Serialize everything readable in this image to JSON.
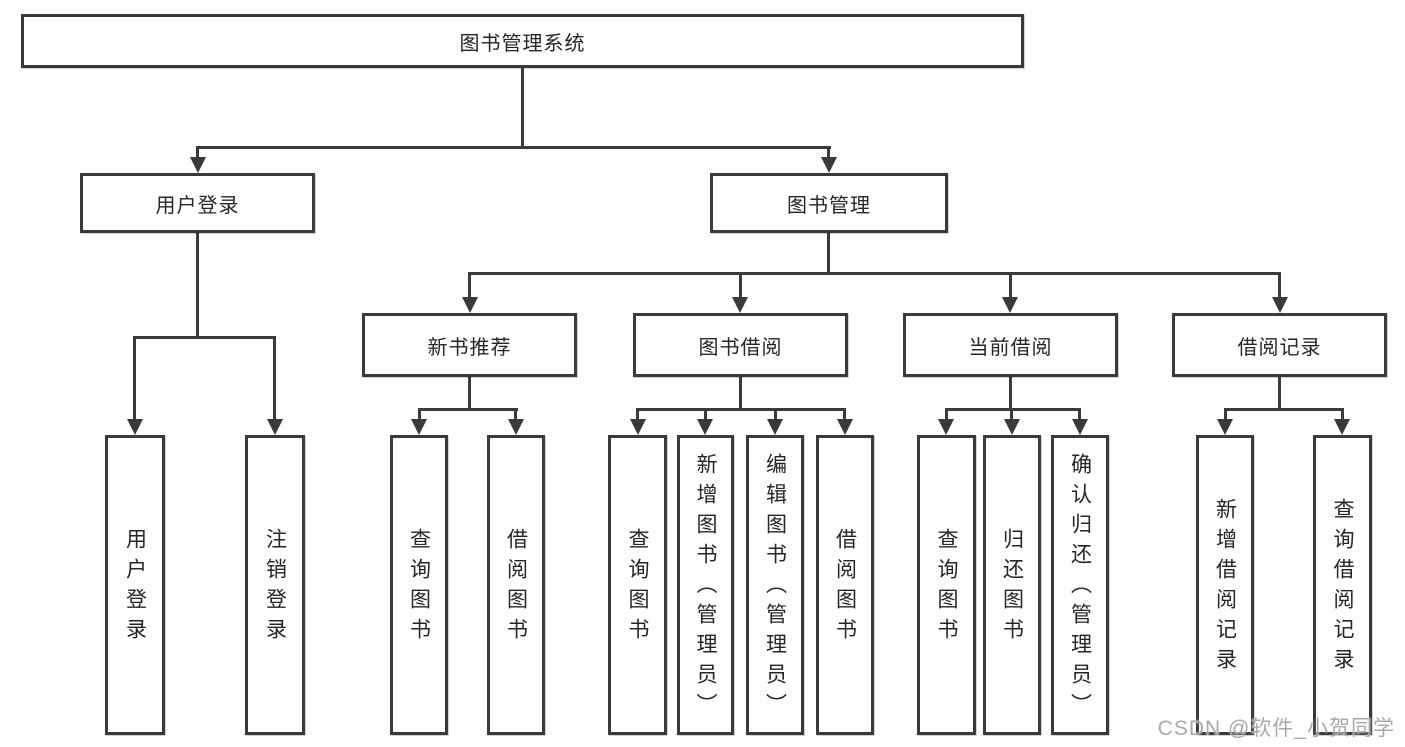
{
  "diagram": {
    "root": {
      "label": "图书管理系统"
    },
    "user_login": {
      "label": "用户登录",
      "children": [
        "用户登录",
        "注销登录"
      ]
    },
    "book_mgmt": {
      "label": "图书管理"
    },
    "new_books": {
      "label": "新书推荐",
      "children": [
        "查询图书",
        "借阅图书"
      ]
    },
    "book_borrow": {
      "label": "图书借阅",
      "children": [
        "查询图书",
        "新增图书（管理员）",
        "编辑图书（管理员）",
        "借阅图书"
      ]
    },
    "current_borrow": {
      "label": "当前借阅",
      "children": [
        "查询图书",
        "归还图书",
        "确认归还（管理员）"
      ]
    },
    "borrow_records": {
      "label": "借阅记录",
      "children": [
        "新增借阅记录",
        "查询借阅记录"
      ]
    }
  },
  "watermark": "CSDN @软件_小贺同学",
  "colors": {
    "line": "#3a3a3a",
    "text": "#262626",
    "box_fill": "#ffffff",
    "watermark": "#a9a9a9",
    "bg": "#ffffff"
  }
}
